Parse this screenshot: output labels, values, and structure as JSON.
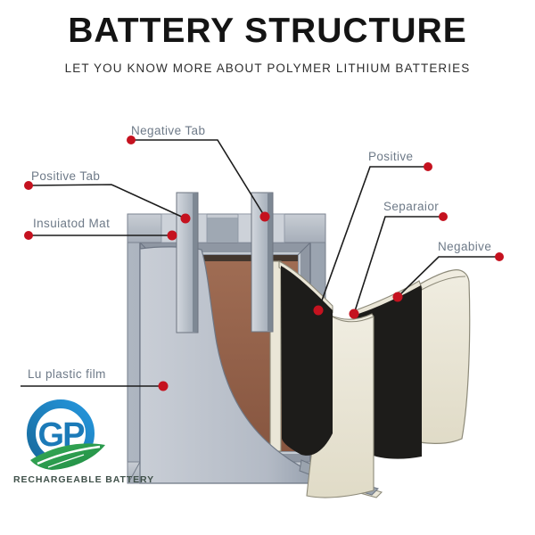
{
  "header": {
    "title": "BATTERY STRUCTURE",
    "subtitle": "LET YOU KNOW MORE ABOUT POLYMER LITHIUM BATTERIES"
  },
  "labels": {
    "negative_tab": "Negative Tab",
    "positive_tab": "Positive Tab",
    "insulated_mat": "Insuiatod Mat",
    "lu_plastic_film": "Lu plastic film",
    "positive": "Positive",
    "separator": "Separaior",
    "negative": "Negabive"
  },
  "logo": {
    "monogram": "GP",
    "caption": "RECHARGEABLE BATTERY"
  },
  "colors": {
    "accent_red": "#c5121f",
    "line_dark": "#1c1c1c",
    "title_black": "#141414",
    "subtitle_gray": "#2e2e2e",
    "label_text": "#6e7a88",
    "logo_blue": "#1b7ab8",
    "logo_green": "#2d9e50",
    "caption_green": "#3f5049",
    "casing_silver": "#b2bac4",
    "casing_edge": "#6d7683",
    "film_gray": "#b9c0ca",
    "interior_brown": "#9a6750",
    "electrode_black": "#1d1c1a",
    "separator_cream": "#eae6d7",
    "cream_outline": "#8d8a79",
    "tab_metal": "#b7bfc9"
  }
}
